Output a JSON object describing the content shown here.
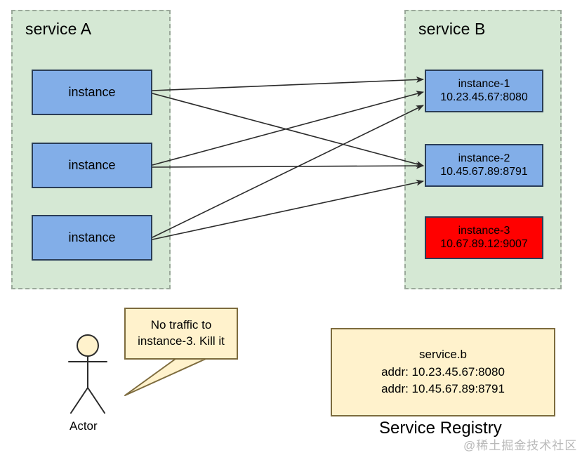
{
  "diagram": {
    "service_a": {
      "title": "service A",
      "instances": [
        {
          "label": "instance"
        },
        {
          "label": "instance"
        },
        {
          "label": "instance"
        }
      ]
    },
    "service_b": {
      "title": "service B",
      "instances": [
        {
          "name": "instance-1",
          "addr": "10.23.45.67:8080",
          "state": "healthy"
        },
        {
          "name": "instance-2",
          "addr": "10.45.67.89:8791",
          "state": "healthy"
        },
        {
          "name": "instance-3",
          "addr": "10.67.89.12:9007",
          "state": "dead"
        }
      ]
    },
    "actor": {
      "caption": "Actor",
      "speech": {
        "line1": "No traffic to",
        "line2": "instance-3. Kill it"
      }
    },
    "registry": {
      "caption": "Service Registry",
      "service_name": "service.b",
      "entries": [
        "addr: 10.23.45.67:8080",
        "addr: 10.45.67.89:8791"
      ]
    },
    "watermark": "@稀土掘金技术社区",
    "colors": {
      "group_fill": "#d5e8d4",
      "group_border": "#9aa89a",
      "node_blue": "#82aee8",
      "node_red": "#ff0000",
      "node_border": "#2a3d57",
      "callout_fill": "#fff2cc",
      "callout_border": "#7d6b3d",
      "arrow": "#2b2b2b"
    }
  }
}
